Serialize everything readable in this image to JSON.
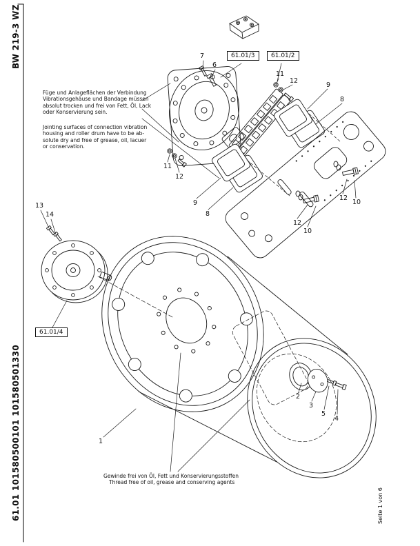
{
  "sidebar": {
    "model_code": "BW 219-3 WZ",
    "catalog_code": "61.01 101580500101 101580501330",
    "page_indicator": "Seite 1 von 6"
  },
  "notes": {
    "de_line1": "Füge und Anlageflächen der Verbindung",
    "de_line2": "Vibrationsgehäuse und Bandage müssen",
    "de_line3": "absolut trocken und frei von Fett, Öl, Lack",
    "de_line4": "oder Konservierung sein.",
    "en_line1": "Jointing surfaces of connection vibration",
    "en_line2": "housing and roller drum have to be ab-",
    "en_line3": "solute dry and free of grease, oil, lacuer",
    "en_line4": "or conservation.",
    "thread_line1": "Gewinde frei von Öl, Fett und Konservierungsstoffen",
    "thread_line2": "Thread free of oil, grease and conserving agents"
  },
  "refs": {
    "box_top_left": "61.01/3",
    "box_top_right": "61.01/2",
    "box_exciter": "61.01/4"
  },
  "callouts": {
    "screw_7": "7",
    "screw_6": "6",
    "washer_11_top": "11",
    "screw_12_top": "12",
    "buffer_9_top": "9",
    "buffer_8_top": "8",
    "washer_11_left": "11",
    "screw_12_left": "12",
    "buffer_9_left": "9",
    "buffer_8_left": "8",
    "washer_12_right_upper": "12",
    "bolt_10_right_upper": "10",
    "washer_12_right_lower": "12",
    "bolt_10_right_lower": "10",
    "screw_13": "13",
    "washer_14": "14",
    "drum_1": "1",
    "cover_2": "2",
    "plate_3": "3",
    "washer_5": "5",
    "screw_4": "4"
  },
  "colors": {
    "ink": "#1a1a1a",
    "paper": "#ffffff"
  }
}
